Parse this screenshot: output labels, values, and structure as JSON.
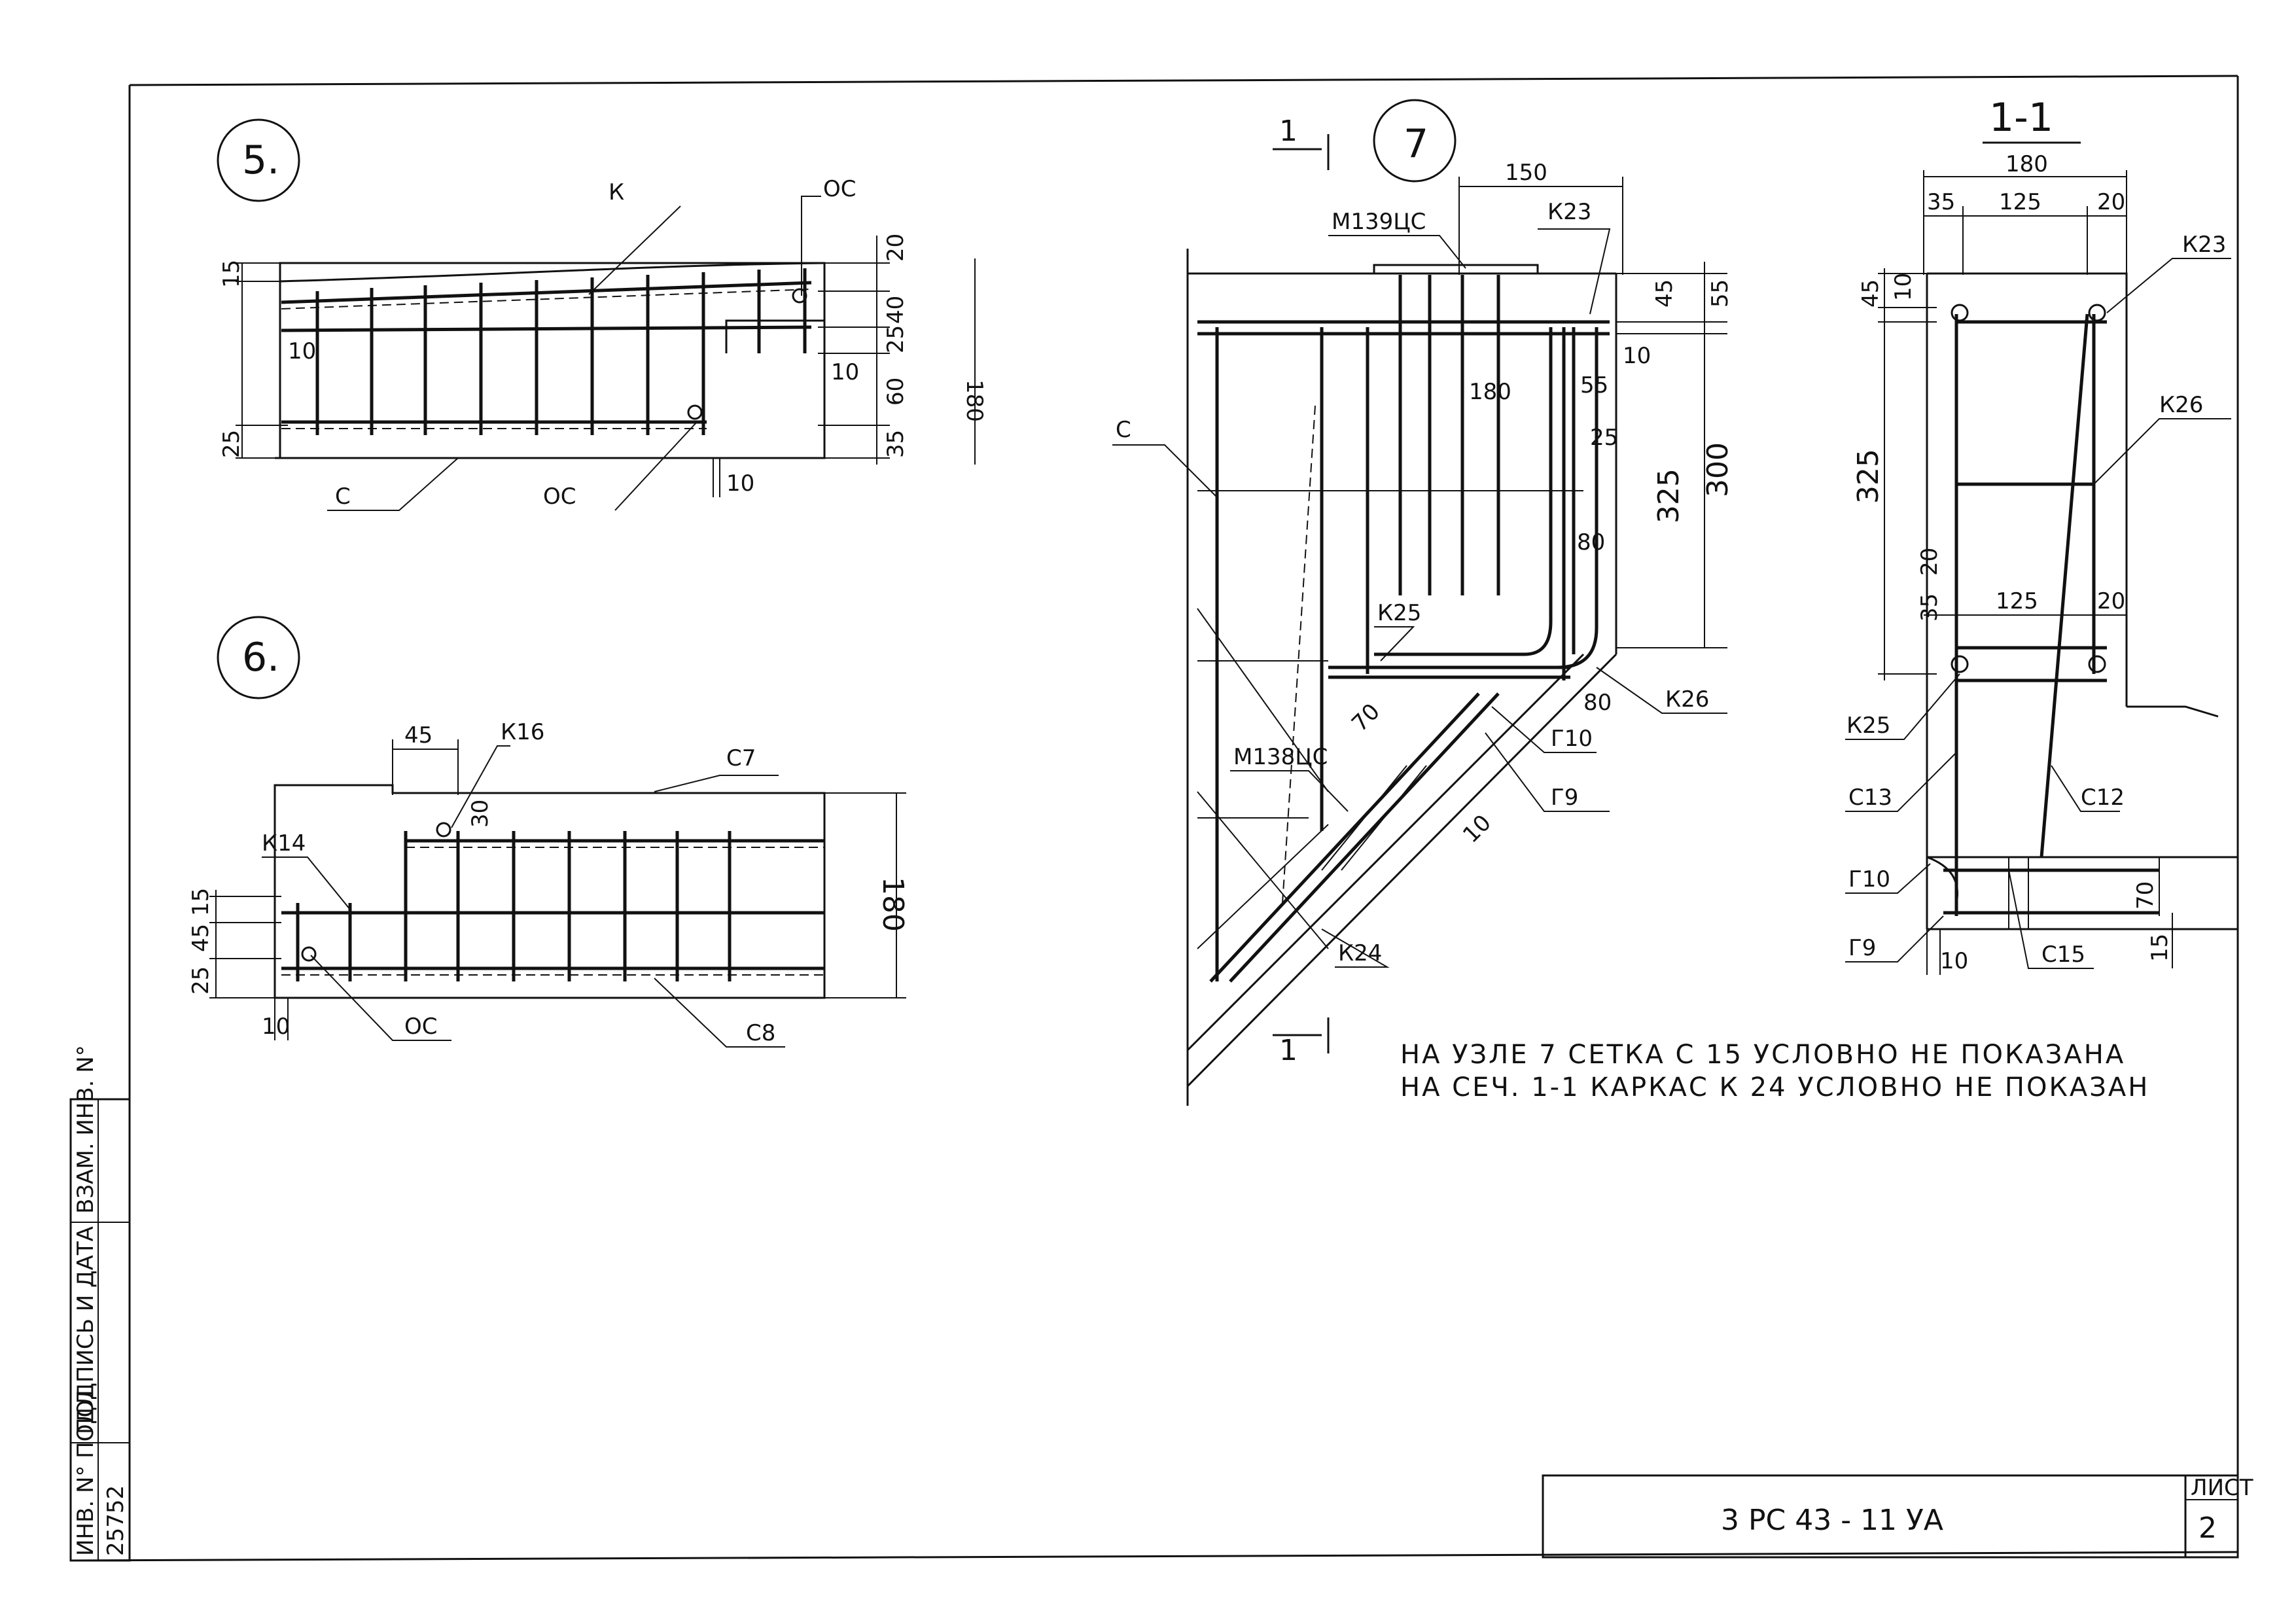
{
  "sheet": {
    "colors": {
      "ink": "#111111",
      "paper": "#ffffff"
    }
  },
  "node5": {
    "number": "5.",
    "labels": {
      "k": "К",
      "oc_top": "ОС",
      "c": "С",
      "oc_bottom": "ОС"
    },
    "dims": {
      "left_15": "15",
      "left_10": "10",
      "left_25": "25",
      "right_20": "20",
      "right_40": "40",
      "right_25": "25",
      "right_60": "60",
      "right_35": "35",
      "right_10": "10",
      "bottom_10": "10",
      "overall_180": "180"
    }
  },
  "node6": {
    "number": "6.",
    "labels": {
      "k16": "К16",
      "k14": "К14",
      "c7": "С7",
      "c8": "С8",
      "oc": "ОС"
    },
    "dims": {
      "top_45": "45",
      "top_30": "30",
      "left_15": "15",
      "left_45": "45",
      "left_25": "25",
      "bottom_10": "10",
      "overall_180": "180"
    }
  },
  "node7": {
    "number": "7",
    "section_mark": "1",
    "labels": {
      "m139": "М139ЦС",
      "k23": "К23",
      "c": "С",
      "k25": "К25",
      "m138": "М138ЦС",
      "k24": "К24",
      "k26": "К26",
      "g10": "Г10",
      "g9": "Г9"
    },
    "dims": {
      "top_150": "150",
      "right_45": "45",
      "right_55": "55",
      "right_10": "10",
      "inner_180": "180",
      "inner_55": "55",
      "inner_25": "25",
      "right_325": "325",
      "right_300": "300",
      "inner_80a": "80",
      "inner_80b": "80",
      "diag_70": "70",
      "diag_10": "10"
    }
  },
  "section11": {
    "title": "1-1",
    "labels": {
      "k23": "К23",
      "k26": "К26",
      "k25": "К25",
      "c13": "С13",
      "c12": "С12",
      "g10": "Г10",
      "g9": "Г9",
      "c15": "С15"
    },
    "dims": {
      "top_180": "180",
      "top_35": "35",
      "top_125": "125",
      "top_20": "20",
      "left_45": "45",
      "left_10": "10",
      "left_325": "325",
      "mid_20": "20",
      "mid_35": "35",
      "mid_125": "125",
      "mid_20b": "20",
      "right_70": "70",
      "right_15": "15",
      "bottom_10": "10"
    }
  },
  "notes": [
    "НА  УЗЛЕ 7  СЕТКА С 15  УСЛОВНО НЕ ПОКАЗАНА",
    "НА  СЕЧ. 1-1  КАРКАС  К 24 УСЛОВНО НЕ ПОКАЗАН"
  ],
  "side_stamp": {
    "inv_podl": "ИНВ. N° ПОДЛ.",
    "podpis": "ПОДПИСЬ И ДАТА",
    "vzam": "ВЗАМ. ИНВ. N°",
    "inv_number": "25752"
  },
  "title_block": {
    "code": "3 РС 43 - 11  УА",
    "sheet_label": "ЛИСТ",
    "sheet_number": "2"
  }
}
